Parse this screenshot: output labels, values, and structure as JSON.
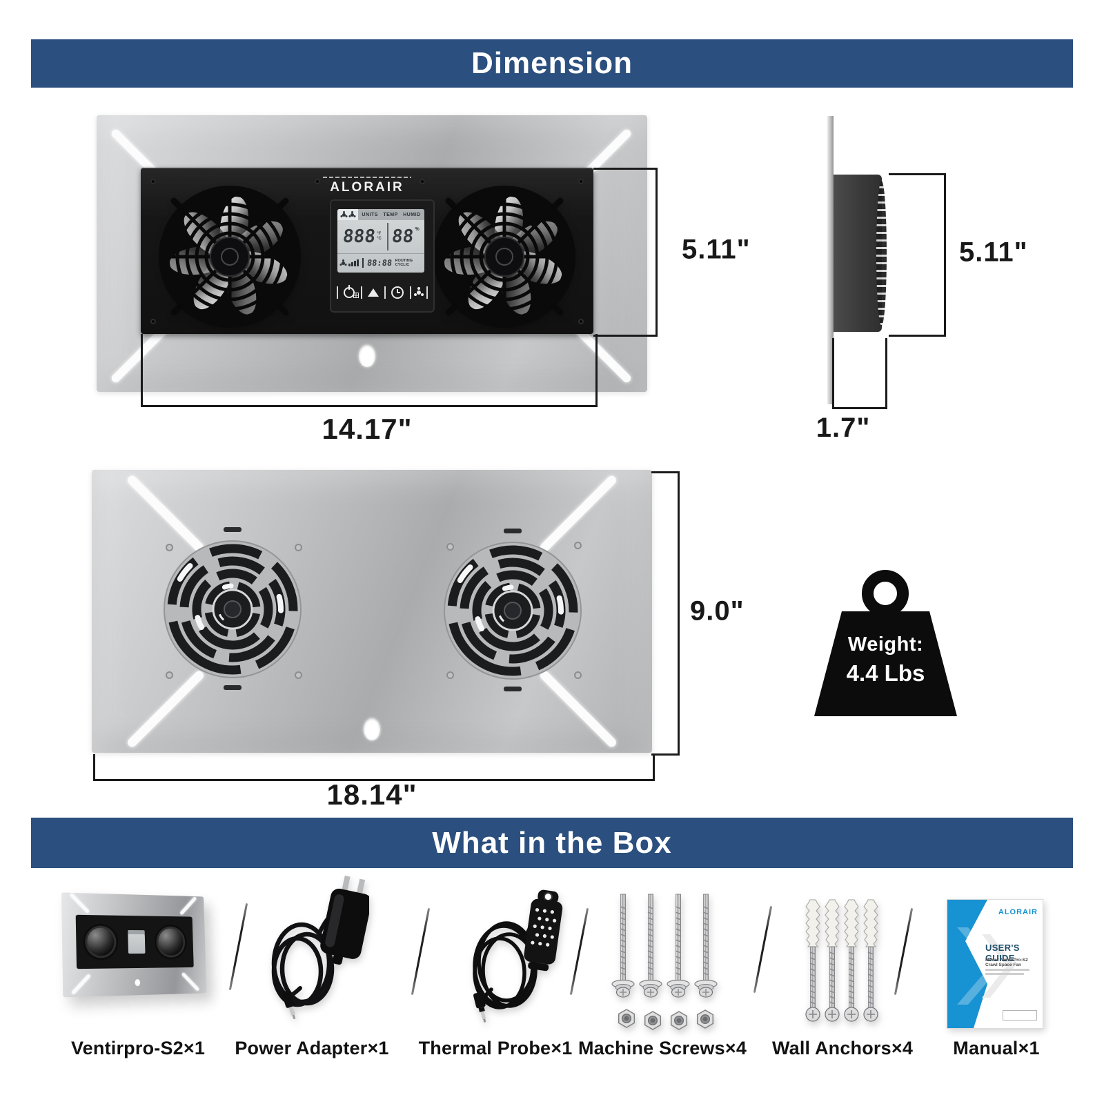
{
  "header": {
    "title": "Dimension"
  },
  "box_section": {
    "title": "What in the Box"
  },
  "device": {
    "brand": "ALORAIR",
    "lcd": {
      "units_row": "UNITS TEMP HUMID",
      "temp_value": "888",
      "temp_unit_top": "°F",
      "temp_unit_bottom": "°C",
      "humidity_value": "88",
      "humidity_unit": "%",
      "timer_value": "88:88",
      "mode_top": "ROUTING",
      "mode_bottom": "CYCLIC"
    }
  },
  "dimensions": {
    "front_height": "5.11\"",
    "front_width": "14.17\"",
    "side_height": "5.11\"",
    "side_depth": "1.7\"",
    "back_height": "9.0\"",
    "back_width": "18.14\""
  },
  "weight": {
    "label": "Weight:",
    "value": "4.4 Lbs"
  },
  "box_items": [
    {
      "label": "Ventirpro-S2×1"
    },
    {
      "label": "Power Adapter×1"
    },
    {
      "label": "Thermal Probe×1"
    },
    {
      "label": "Machine Screws×4"
    },
    {
      "label": "Wall Anchors×4"
    },
    {
      "label": "Manual×1"
    }
  ],
  "manual": {
    "brand": "ALORAIR",
    "title": "USER'S GUIDE",
    "model_line": "Model: VentirPro-S2 Crawl Space Fan"
  },
  "colors": {
    "accent": "#2b4f7e",
    "manual_blue": "#1792d2"
  }
}
